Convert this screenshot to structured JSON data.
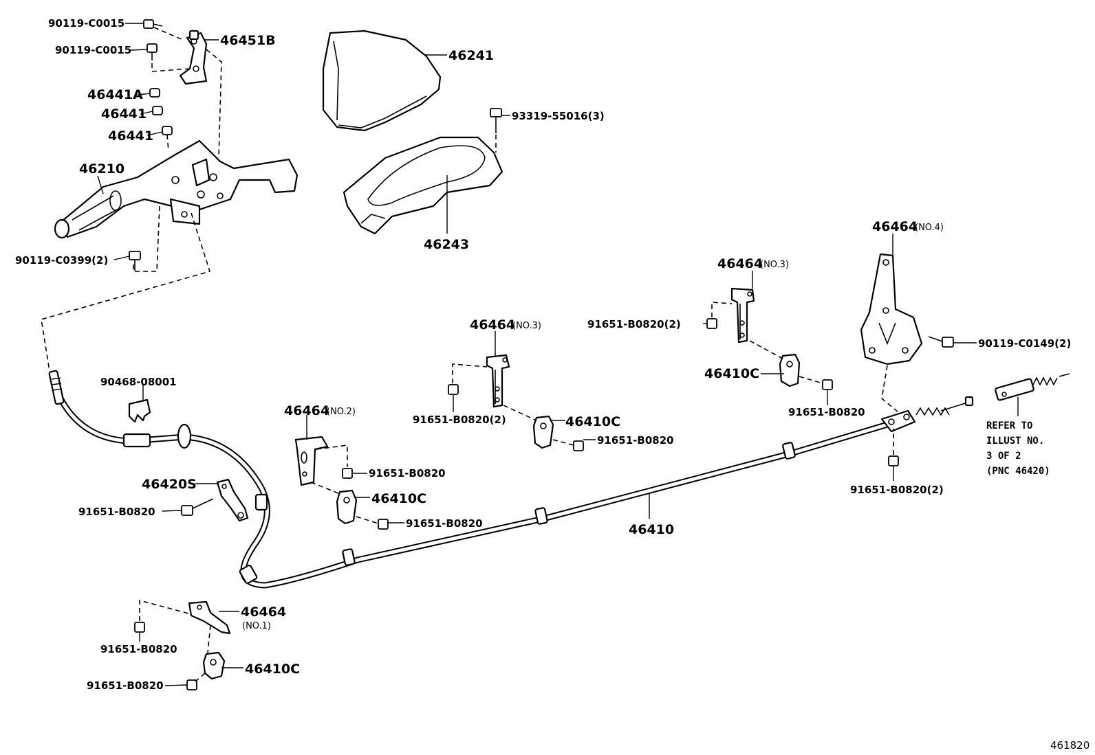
{
  "labels": {
    "l_90119_c0015_a": "90119-C0015",
    "l_90119_c0015_b": "90119-C0015",
    "l_46451b": "46451B",
    "l_46441a": "46441A",
    "l_46441_a": "46441",
    "l_46441_b": "46441",
    "l_46210": "46210",
    "l_90119_c0399": "90119-C0399(2)",
    "l_46241": "46241",
    "l_93319": "93319-55016(3)",
    "l_46243": "46243",
    "l_46464_no4": "46464",
    "l_46464_no4_sub": "(NO.4)",
    "l_46464_no3_right": "46464",
    "l_46464_no3_right_sub": "(NO.3)",
    "l_91651_b0820_2_right": "91651-B0820(2)",
    "l_90119_c0149": "90119-C0149(2)",
    "l_46410c_right": "46410C",
    "l_91651_b0820_right": "91651-B0820",
    "l_46464_no3_mid": "46464",
    "l_46464_no3_mid_sub": "(NO.3)",
    "l_90468": "90468-08001",
    "l_91651_b0820_2_mid": "91651-B0820(2)",
    "l_46410c_mid": "46410C",
    "l_91651_b0820_mid": "91651-B0820",
    "l_46464_no2": "46464",
    "l_46464_no2_sub": "(NO.2)",
    "l_91651_b0820_no2": "91651-B0820",
    "l_46420s": "46420S",
    "l_91651_b0820_46420s": "91651-B0820",
    "l_46410c_no2": "46410C",
    "l_91651_b0820_no2b": "91651-B0820",
    "l_46410": "46410",
    "l_91651_b0820_2_end": "91651-B0820(2)",
    "l_46464_no1": "46464",
    "l_46464_no1_sub": "(NO.1)",
    "l_91651_b0820_no1": "91651-B0820",
    "l_46410c_no1": "46410C",
    "l_91651_b0820_no1b": "91651-B0820",
    "refer_1": "REFER TO",
    "refer_2": "ILLUST NO.",
    "refer_3": "3 OF 2",
    "refer_4": "(PNC 46420)",
    "figure_id": "461820"
  }
}
